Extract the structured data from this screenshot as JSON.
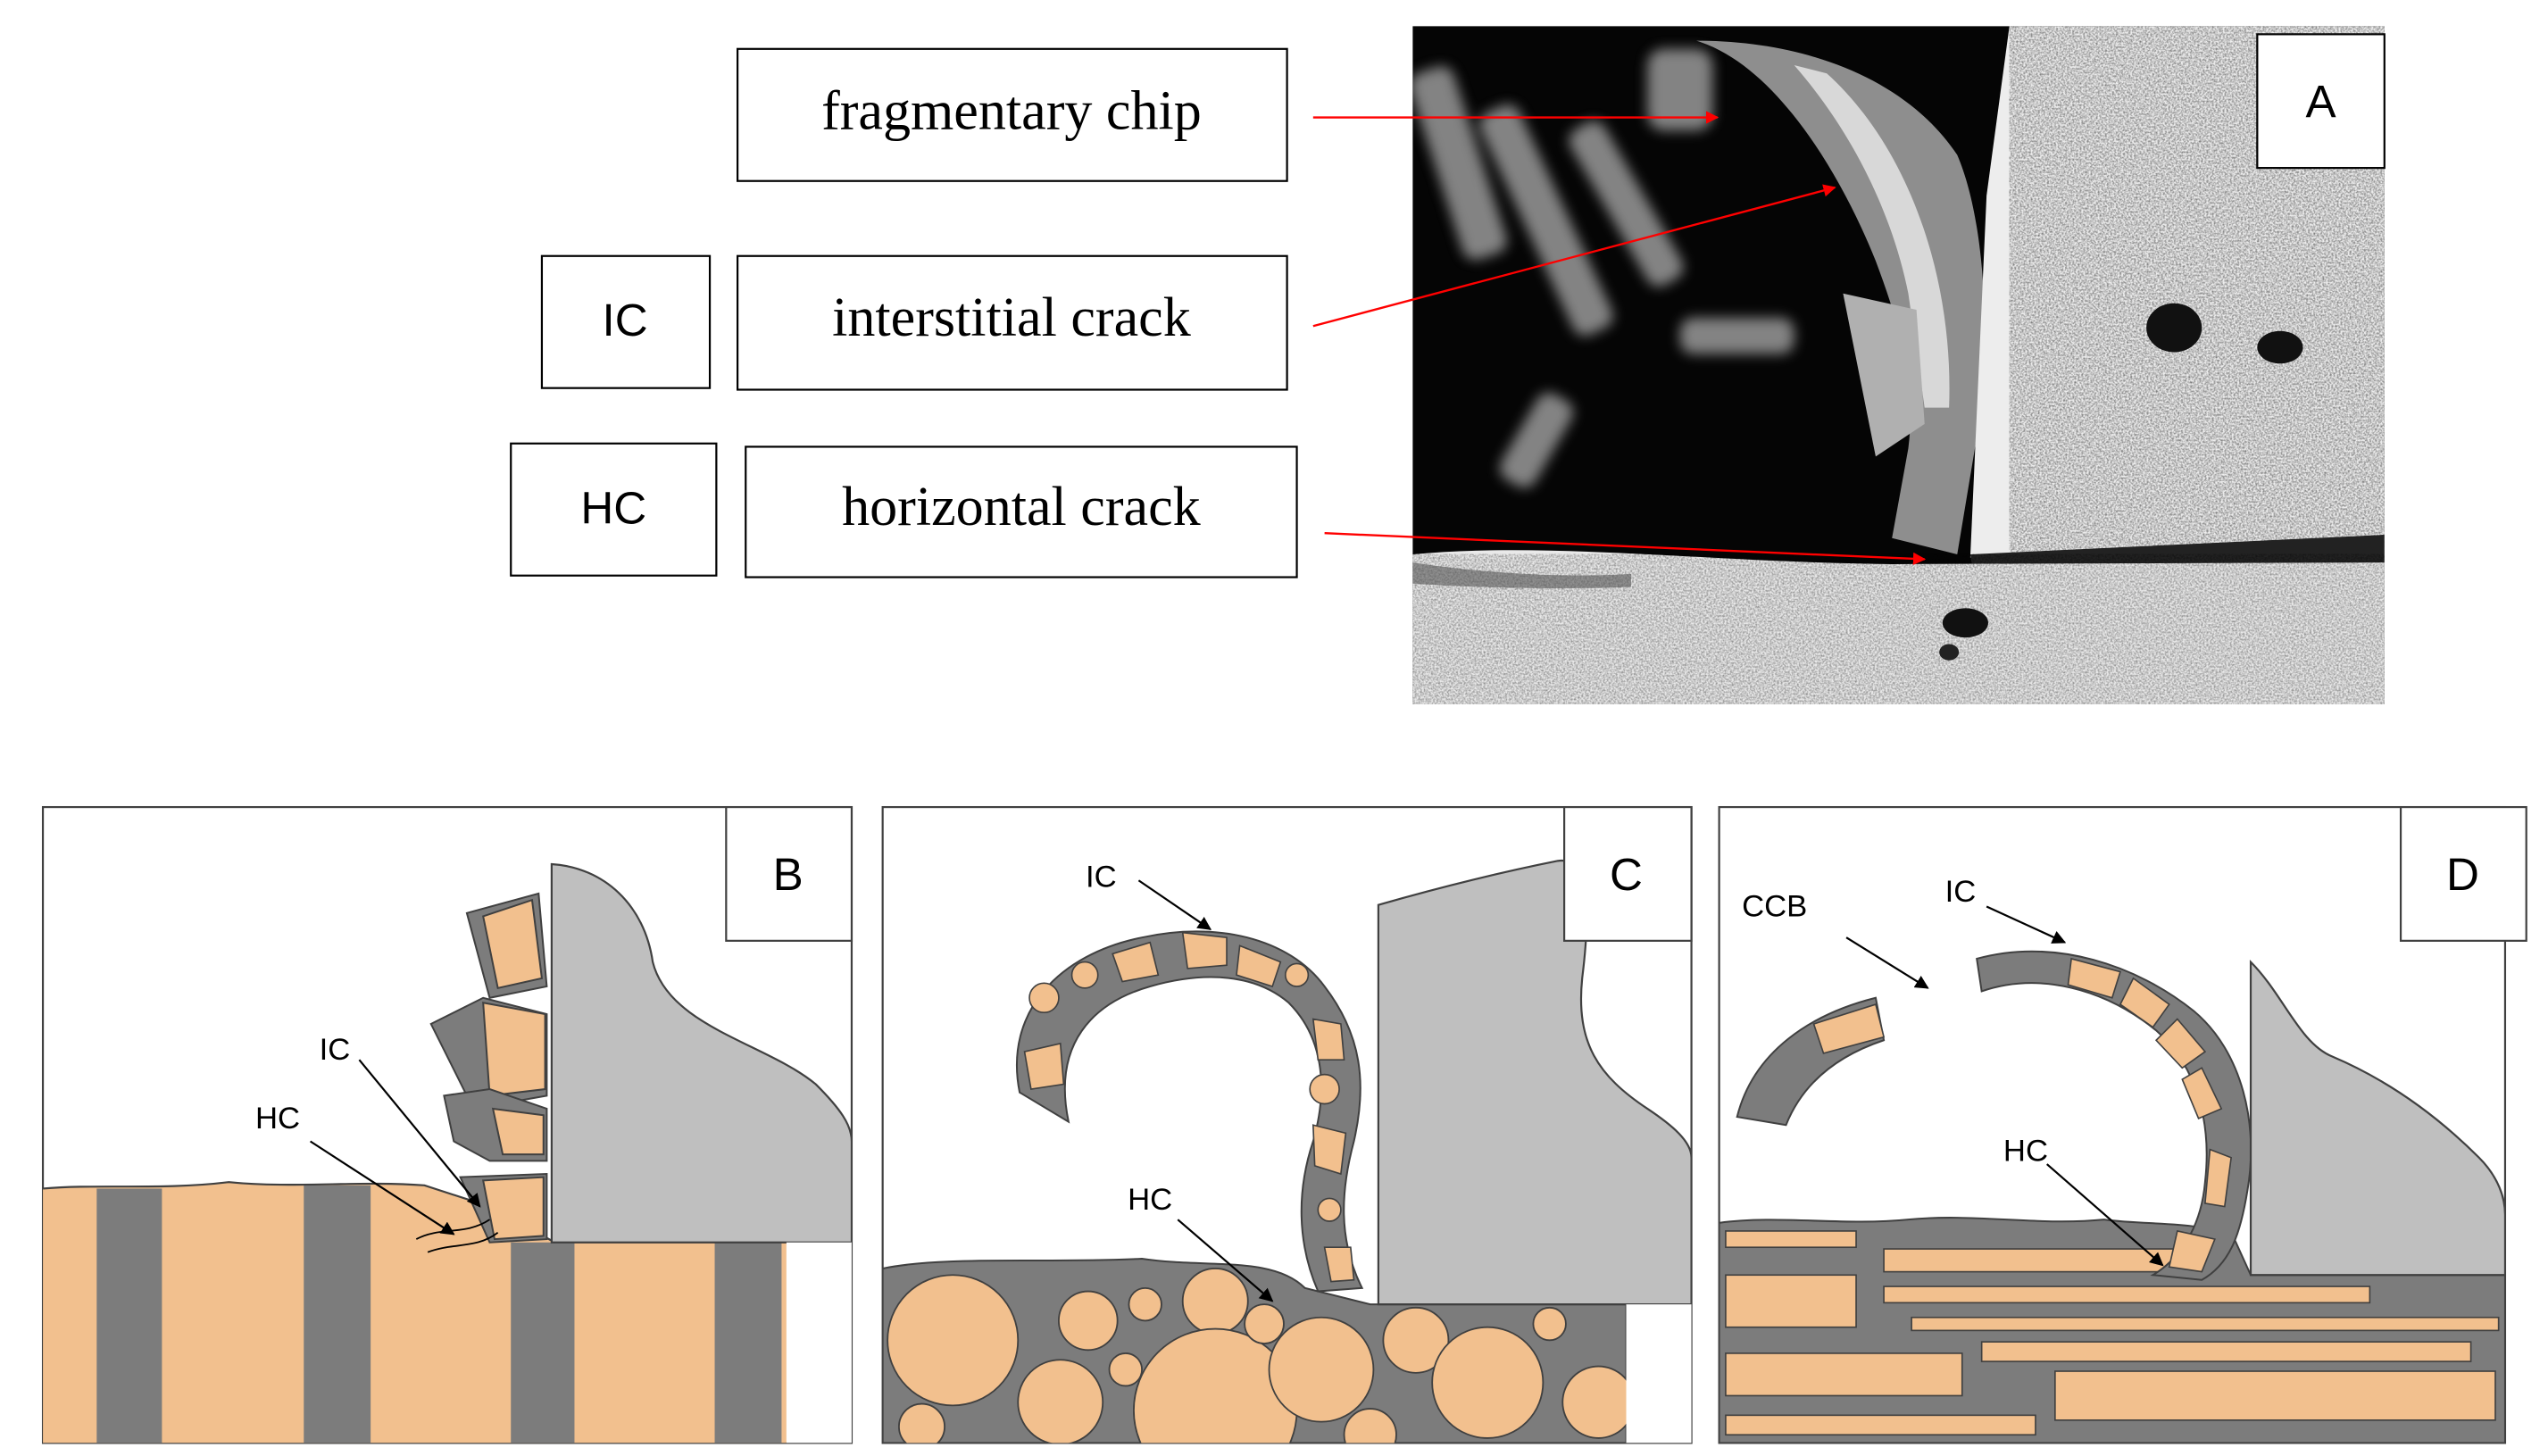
{
  "labels": {
    "fragmentary_chip": "fragmentary chip",
    "interstitial_crack": "interstitial crack",
    "horizontal_crack": "horizontal crack",
    "ic": "IC",
    "hc": "HC",
    "ccb": "CCB"
  },
  "panels": {
    "a": "A",
    "b": "B",
    "c": "C",
    "d": "D"
  },
  "colors": {
    "fiber": "#f2c08e",
    "matrix": "#7c7c7c",
    "tool": "#bfbfbf",
    "arrow_red": "#ff0000",
    "outline": "#404040"
  }
}
